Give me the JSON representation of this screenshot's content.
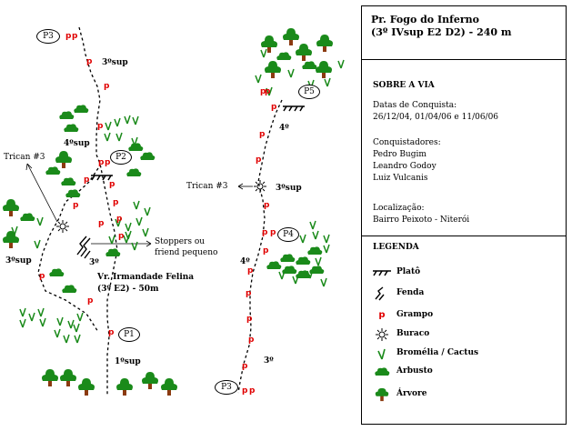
{
  "route": {
    "title_line1": "Pr. Fogo do Inferno",
    "title_line2": "(3º IVsup E2 D2) - 240 m"
  },
  "about": {
    "heading": "SOBRE A VIA",
    "dates_label": "Datas de Conquista:",
    "dates_value": "26/12/04, 01/04/06 e 11/06/06",
    "climbers_label": "Conquistadores:",
    "climbers": [
      "Pedro Bugim",
      "Leandro Godoy",
      "Luiz Vulcanis"
    ],
    "location_label": "Localização:",
    "location_value": "Bairro Peixoto - Niterói"
  },
  "legend": {
    "heading": "LEGENDA",
    "items": [
      {
        "icon": "ledge-icon",
        "label": "Platô"
      },
      {
        "icon": "crack-icon",
        "label": "Fenda"
      },
      {
        "icon": "bolt-icon",
        "label": "Grampo"
      },
      {
        "icon": "hole-icon",
        "label": "Buraco"
      },
      {
        "icon": "bromeliad-icon",
        "label": "Bromélia / Cactus"
      },
      {
        "icon": "shrub-icon",
        "label": "Arbusto"
      },
      {
        "icon": "tree-icon",
        "label": "Árvore"
      }
    ]
  },
  "topo": {
    "bolt_letter": "p",
    "stations": [
      "P1",
      "P2",
      "P3",
      "P4",
      "P5"
    ],
    "grades_left": [
      "3ºsup",
      "4ºsup",
      "3º",
      "3ºsup",
      "1ºsup"
    ],
    "grades_right": [
      "4º",
      "3ºsup",
      "4º",
      "3º"
    ],
    "tricans": "Trican #3",
    "stoppers": "Stoppers ou",
    "stoppers2": "friend pequeno",
    "variant_name": "Vr. Irmandade Felina",
    "variant_grade": "(3º E2) - 50m"
  },
  "colors": {
    "bolt": "#e00000",
    "vegetation": "#1a8a1a",
    "trunk": "#8b3a10"
  }
}
